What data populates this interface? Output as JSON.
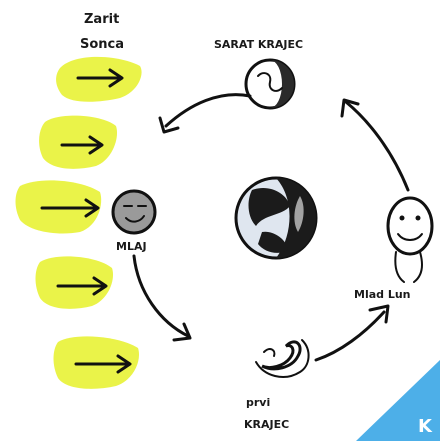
{
  "labels": {
    "top_left_line1": "Zarit",
    "top_left_line2": "Sonca",
    "top_right": "SARAT KRAJEC",
    "left_moon": "MLAJ",
    "right": "Mlad Lun",
    "bottom_line1": "prvi",
    "bottom_line2": "KRAJEC"
  },
  "icons": {
    "sun_rays": "yellow-arrow-icon",
    "new_moon": "new-moon-icon",
    "earth": "earth-globe-icon",
    "full_moon_face": "moon-face-icon",
    "crescent_bird": "crescent-moon-icon",
    "last_quarter": "last-quarter-moon-icon",
    "corner": "corner-logo-icon"
  },
  "colors": {
    "sun_arrows": "#e8f23a",
    "ink": "#111111",
    "earth_dark": "#1b1b1b",
    "earth_light": "#dfe6ef",
    "moon_grey": "#9a9a9a",
    "corner_accent": "#3aa6e6"
  }
}
